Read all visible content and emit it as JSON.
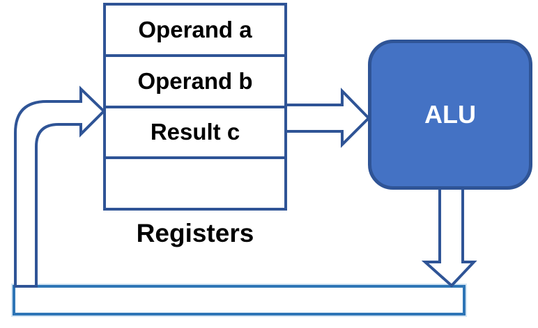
{
  "diagram": {
    "registers": {
      "rows": [
        {
          "label": "Operand a"
        },
        {
          "label": "Operand b"
        },
        {
          "label": "Result c"
        },
        {
          "label": ""
        }
      ],
      "caption": "Registers"
    },
    "alu": {
      "label": "ALU"
    },
    "colors": {
      "stroke_dark": "#2F5496",
      "alu_fill": "#4472C4",
      "alu_text": "#FFFFFF",
      "bus_border": "#2E75B6",
      "text": "#000000",
      "background": "#FFFFFF"
    }
  }
}
